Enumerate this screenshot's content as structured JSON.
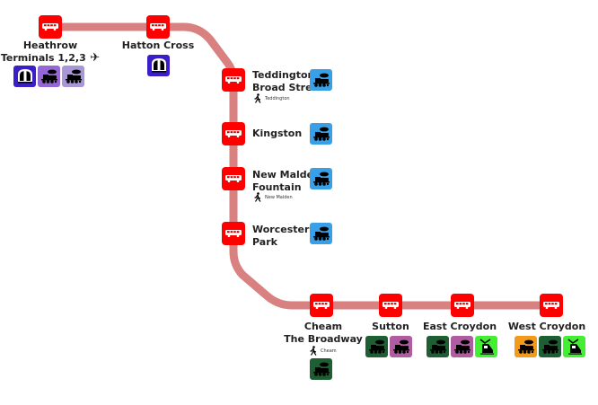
{
  "map": {
    "route_color": "#d98080",
    "stop_color": "#ff0000",
    "stops": [
      {
        "id": "heathrow",
        "name_lines": [
          "Heathrow",
          "Terminals 1,2,3"
        ],
        "airport": true,
        "modes": [
          {
            "type": "underground",
            "color": "#3a1fc8"
          },
          {
            "type": "rail",
            "color": "#9466d6"
          },
          {
            "type": "rail",
            "color": "#a996d6"
          }
        ]
      },
      {
        "id": "hatton-cross",
        "name_lines": [
          "Hatton Cross"
        ],
        "modes": [
          {
            "type": "underground",
            "color": "#3a1fc8"
          }
        ]
      },
      {
        "id": "teddington",
        "name_lines": [
          "Teddington",
          "Broad Street"
        ],
        "walk_to": "Teddington",
        "modes": [
          {
            "type": "rail",
            "color": "#39a0e8"
          }
        ]
      },
      {
        "id": "kingston",
        "name_lines": [
          "Kingston"
        ],
        "modes": [
          {
            "type": "rail",
            "color": "#39a0e8"
          }
        ]
      },
      {
        "id": "new-malden",
        "name_lines": [
          "New Malden",
          "Fountain"
        ],
        "walk_to": "New Malden",
        "modes": [
          {
            "type": "rail",
            "color": "#39a0e8"
          }
        ]
      },
      {
        "id": "worcester-park",
        "name_lines": [
          "Worcester",
          "Park"
        ],
        "modes": [
          {
            "type": "rail",
            "color": "#39a0e8"
          }
        ]
      },
      {
        "id": "cheam",
        "name_lines": [
          "Cheam",
          "The Broadway"
        ],
        "walk_to": "Cheam",
        "modes": [
          {
            "type": "rail",
            "color": "#1e5e32"
          }
        ]
      },
      {
        "id": "sutton",
        "name_lines": [
          "Sutton"
        ],
        "modes": [
          {
            "type": "rail",
            "color": "#1e5e32"
          },
          {
            "type": "rail",
            "color": "#b05ca0"
          }
        ]
      },
      {
        "id": "east-croydon",
        "name_lines": [
          "East Croydon"
        ],
        "modes": [
          {
            "type": "rail",
            "color": "#1e5e32"
          },
          {
            "type": "rail",
            "color": "#b05ca0"
          },
          {
            "type": "tram",
            "color": "#44ee33"
          }
        ]
      },
      {
        "id": "west-croydon",
        "name_lines": [
          "West Croydon"
        ],
        "modes": [
          {
            "type": "rail",
            "color": "#f39a1a"
          },
          {
            "type": "rail",
            "color": "#1e5e32"
          },
          {
            "type": "tram",
            "color": "#44ee33"
          }
        ]
      }
    ]
  }
}
